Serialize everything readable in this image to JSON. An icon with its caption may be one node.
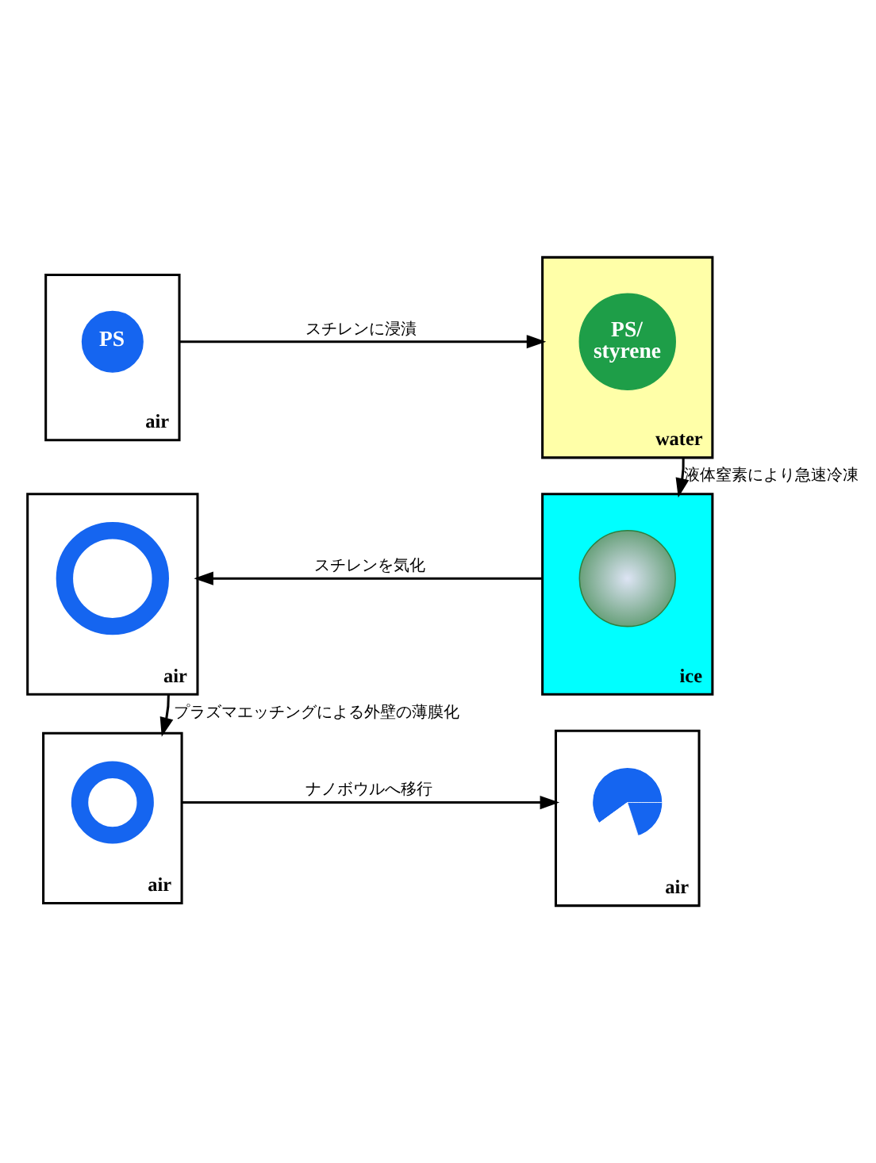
{
  "diagram": {
    "nodes": [
      {
        "text": [
          "air"
        ]
      },
      {
        "text": [
          "PS"
        ],
        "in": 0
      },
      {
        "text": [
          "water"
        ]
      },
      {
        "text": [
          "PS/ styrene"
        ],
        "in": 2
      },
      {
        "text": [
          "air"
        ]
      },
      {
        "text": [],
        "shape": "ring",
        "in": 4
      },
      {
        "text": [
          "ice"
        ]
      },
      {
        "text": [],
        "shape": "circle",
        "in": 6
      },
      {
        "text": [
          "air"
        ]
      },
      {
        "text": [],
        "shape": "ring",
        "in": 8
      },
      {
        "text": [
          "air"
        ]
      },
      {
        "text": [],
        "shape": "crescent",
        "in": 10
      }
    ],
    "edges": [
      {
        "from": 0,
        "to": 2,
        "arrow": "to",
        "label": "スチレンに浸漬"
      },
      {
        "from": 2,
        "to": 6,
        "arrow": "to",
        "label": "液体窒素により急速冷凍"
      },
      {
        "from": 6,
        "to": 4,
        "arrow": "to",
        "label": "スチレンを気化"
      },
      {
        "from": 4,
        "to": 8,
        "arrow": "to",
        "label": "プラズマエッチングによる外壁の薄膜化"
      },
      {
        "from": 8,
        "to": 10,
        "arrow": "to",
        "label": "ナノボウルへ移行"
      }
    ]
  }
}
